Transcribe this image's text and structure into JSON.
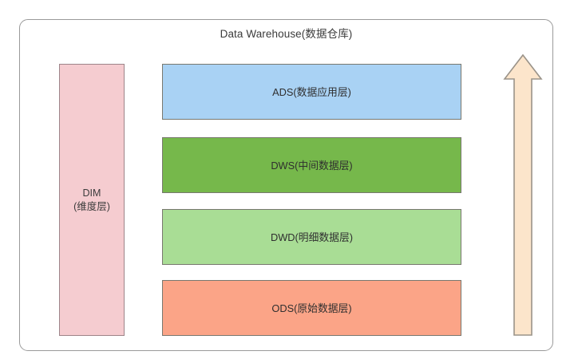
{
  "diagram": {
    "title": "Data Warehouse(数据仓库)",
    "type": "layered-architecture-diagram",
    "colors": {
      "frame_border": "#9a9a9a",
      "dim_fill": "#f5ccd0",
      "dim_border": "#9d8489",
      "ads_fill": "#a9d2f4",
      "dws_fill": "#76b84b",
      "dwd_fill": "#a9dd95",
      "ods_fill": "#fba487",
      "layer_border": "#78786f",
      "arrow_fill": "#fce5cb",
      "arrow_border": "#9a9389",
      "text": "#333333",
      "background": "#ffffff"
    }
  },
  "dimension_box": {
    "name": "DIM",
    "line1": "DIM",
    "line2": "(维度层)"
  },
  "layers": [
    {
      "id": "ads",
      "label": "ADS(数据应用层)",
      "color": "#a9d2f4"
    },
    {
      "id": "dws",
      "label": "DWS(中间数据层)",
      "color": "#76b84b"
    },
    {
      "id": "dwd",
      "label": "DWD(明细数据层)",
      "color": "#a9dd95"
    },
    {
      "id": "ods",
      "label": "ODS(原始数据层)",
      "color": "#fba487"
    }
  ],
  "flow_arrow": {
    "icon": "arrow-up-icon",
    "direction": "up",
    "fill": "#fce5cb"
  }
}
